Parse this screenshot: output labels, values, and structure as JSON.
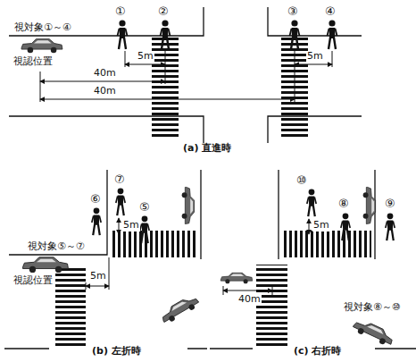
{
  "diagram": {
    "labels": [
      "視対象①～④",
      "①",
      "②",
      "③",
      "④",
      "視認位置",
      "5m",
      "40m",
      "40m",
      "5m",
      "(a) 直進時",
      "⑦",
      "⑥",
      "⑤",
      "5m",
      "視対象⑤～⑦",
      "視認位置",
      "5m",
      "(b) 左折時",
      "⑩",
      "⑧",
      "⑨",
      "5m",
      "40m",
      "視対象⑧～⑩",
      "(c) 右折時"
    ]
  }
}
